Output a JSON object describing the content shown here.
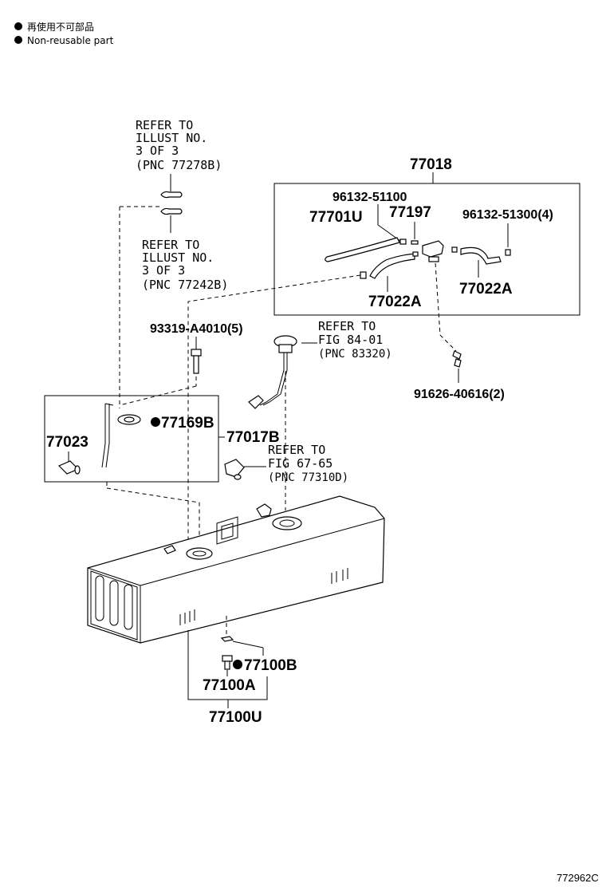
{
  "legend": {
    "items": [
      {
        "label": "再使用不可部品"
      },
      {
        "label": "Non-reusable part"
      }
    ]
  },
  "refs": {
    "illust_77278b": [
      "REFER TO",
      "ILLUST NO.",
      "3 OF 3",
      "(PNC 77278B)"
    ],
    "illust_77242b": [
      "REFER TO",
      "ILLUST NO.",
      "3 OF 3",
      "(PNC 77242B)"
    ],
    "fig_84_01": [
      "REFER TO",
      "FIG 84-01",
      "(PNC 83320)"
    ],
    "fig_67_65": [
      "REFER TO",
      "FIG 67-65",
      "(PNC 77310D)"
    ]
  },
  "parts": {
    "p77018": "77018",
    "p96132_51100": "96132-51100",
    "p77701u": "77701U",
    "p77197": "77197",
    "p96132_51300": "96132-51300(4)",
    "p77022a_left": "77022A",
    "p77022a_right": "77022A",
    "p93319": "93319-A4010(5)",
    "p91626": "91626-40616(2)",
    "p77169b": "77169B",
    "p77017b": "77017B",
    "p77023": "77023",
    "p77100b": "77100B",
    "p77100a": "77100A",
    "p77100u": "77100U"
  },
  "figure_id": "772962C"
}
